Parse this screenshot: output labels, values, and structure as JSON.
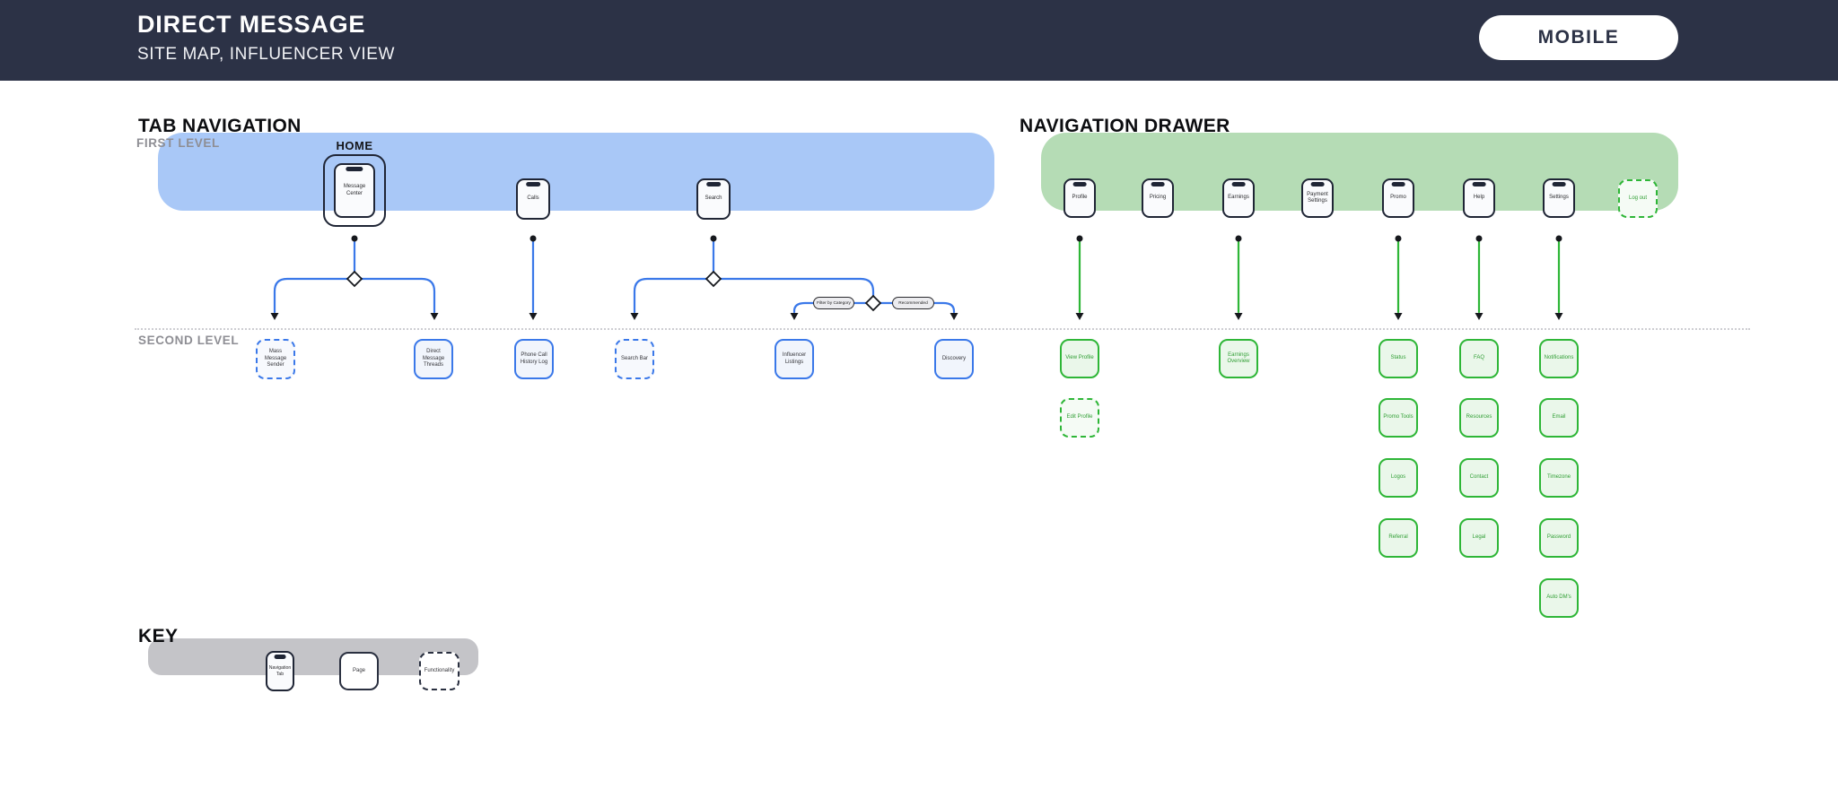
{
  "header": {
    "title": "DIRECT MESSAGE",
    "subtitle": "SITE MAP, INFLUENCER VIEW",
    "device_badge": "MOBILE"
  },
  "tab_navigation": {
    "title": "TAB NAVIGATION",
    "first_level_label": "FIRST LEVEL",
    "second_level_label": "SECOND LEVEL",
    "active_tab_label": "HOME",
    "tabs": [
      {
        "label": "Message Center"
      },
      {
        "label": "Calls"
      },
      {
        "label": "Search"
      }
    ],
    "pages": [
      {
        "label": "Mass Message Sender",
        "style": "functionality"
      },
      {
        "label": "Direct Message Threads",
        "style": "page"
      },
      {
        "label": "Phone Call History Log",
        "style": "page"
      },
      {
        "label": "Search Bar",
        "style": "functionality"
      },
      {
        "label": "Influencer Listings",
        "style": "page"
      },
      {
        "label": "Discovery",
        "style": "page"
      }
    ],
    "decisions": [
      {
        "label": "Filter by Category"
      },
      {
        "label": "Recommended"
      }
    ]
  },
  "navigation_drawer": {
    "title": "NAVIGATION DRAWER",
    "items": [
      {
        "label": "Profile"
      },
      {
        "label": "Pricing"
      },
      {
        "label": "Earnings"
      },
      {
        "label": "Payment Settings"
      },
      {
        "label": "Promo"
      },
      {
        "label": "Help"
      },
      {
        "label": "Settings"
      },
      {
        "label": "Log out",
        "style": "functionality"
      }
    ],
    "pages": [
      {
        "label": "View Profile",
        "style": "page"
      },
      {
        "label": "Edit Profile",
        "style": "functionality"
      },
      {
        "label": "Earnings Overview",
        "style": "page"
      },
      {
        "label": "Status",
        "style": "page"
      },
      {
        "label": "Promo Tools",
        "style": "page"
      },
      {
        "label": "Logos",
        "style": "page"
      },
      {
        "label": "Referral",
        "style": "page"
      },
      {
        "label": "FAQ",
        "style": "page"
      },
      {
        "label": "Resources",
        "style": "page"
      },
      {
        "label": "Contact",
        "style": "page"
      },
      {
        "label": "Legal",
        "style": "page"
      },
      {
        "label": "Notifications",
        "style": "page"
      },
      {
        "label": "Email",
        "style": "page"
      },
      {
        "label": "Timezone",
        "style": "page"
      },
      {
        "label": "Password",
        "style": "page"
      },
      {
        "label": "Auto DM's",
        "style": "page"
      }
    ]
  },
  "key": {
    "title": "KEY",
    "items": [
      {
        "label": "Navigation Tab"
      },
      {
        "label": "Page"
      },
      {
        "label": "Functionality"
      }
    ]
  },
  "colors": {
    "header_bg": "#2c3246",
    "tab_band": "#a9c8f7",
    "drawer_band": "#b5dcb5",
    "blue_accent": "#3a78e9",
    "green_accent": "#2eb637",
    "key_band": "#c4c4c8"
  }
}
